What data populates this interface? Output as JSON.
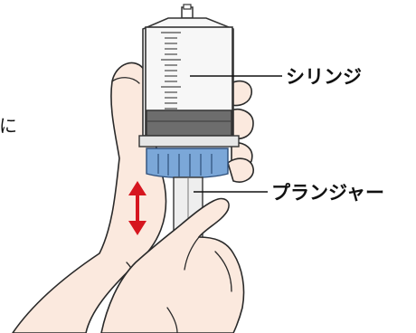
{
  "labels": {
    "syringe": "シリンジ",
    "plunger": "プランジャー",
    "partial_left": "に"
  },
  "colors": {
    "arrow": "#d6161f",
    "plunger_cap": "#7ba7d8",
    "rubber_band": "#6d6d6d",
    "skin": "#fbe9de"
  },
  "icons": {
    "motion": "double-headed-vertical-arrow"
  }
}
